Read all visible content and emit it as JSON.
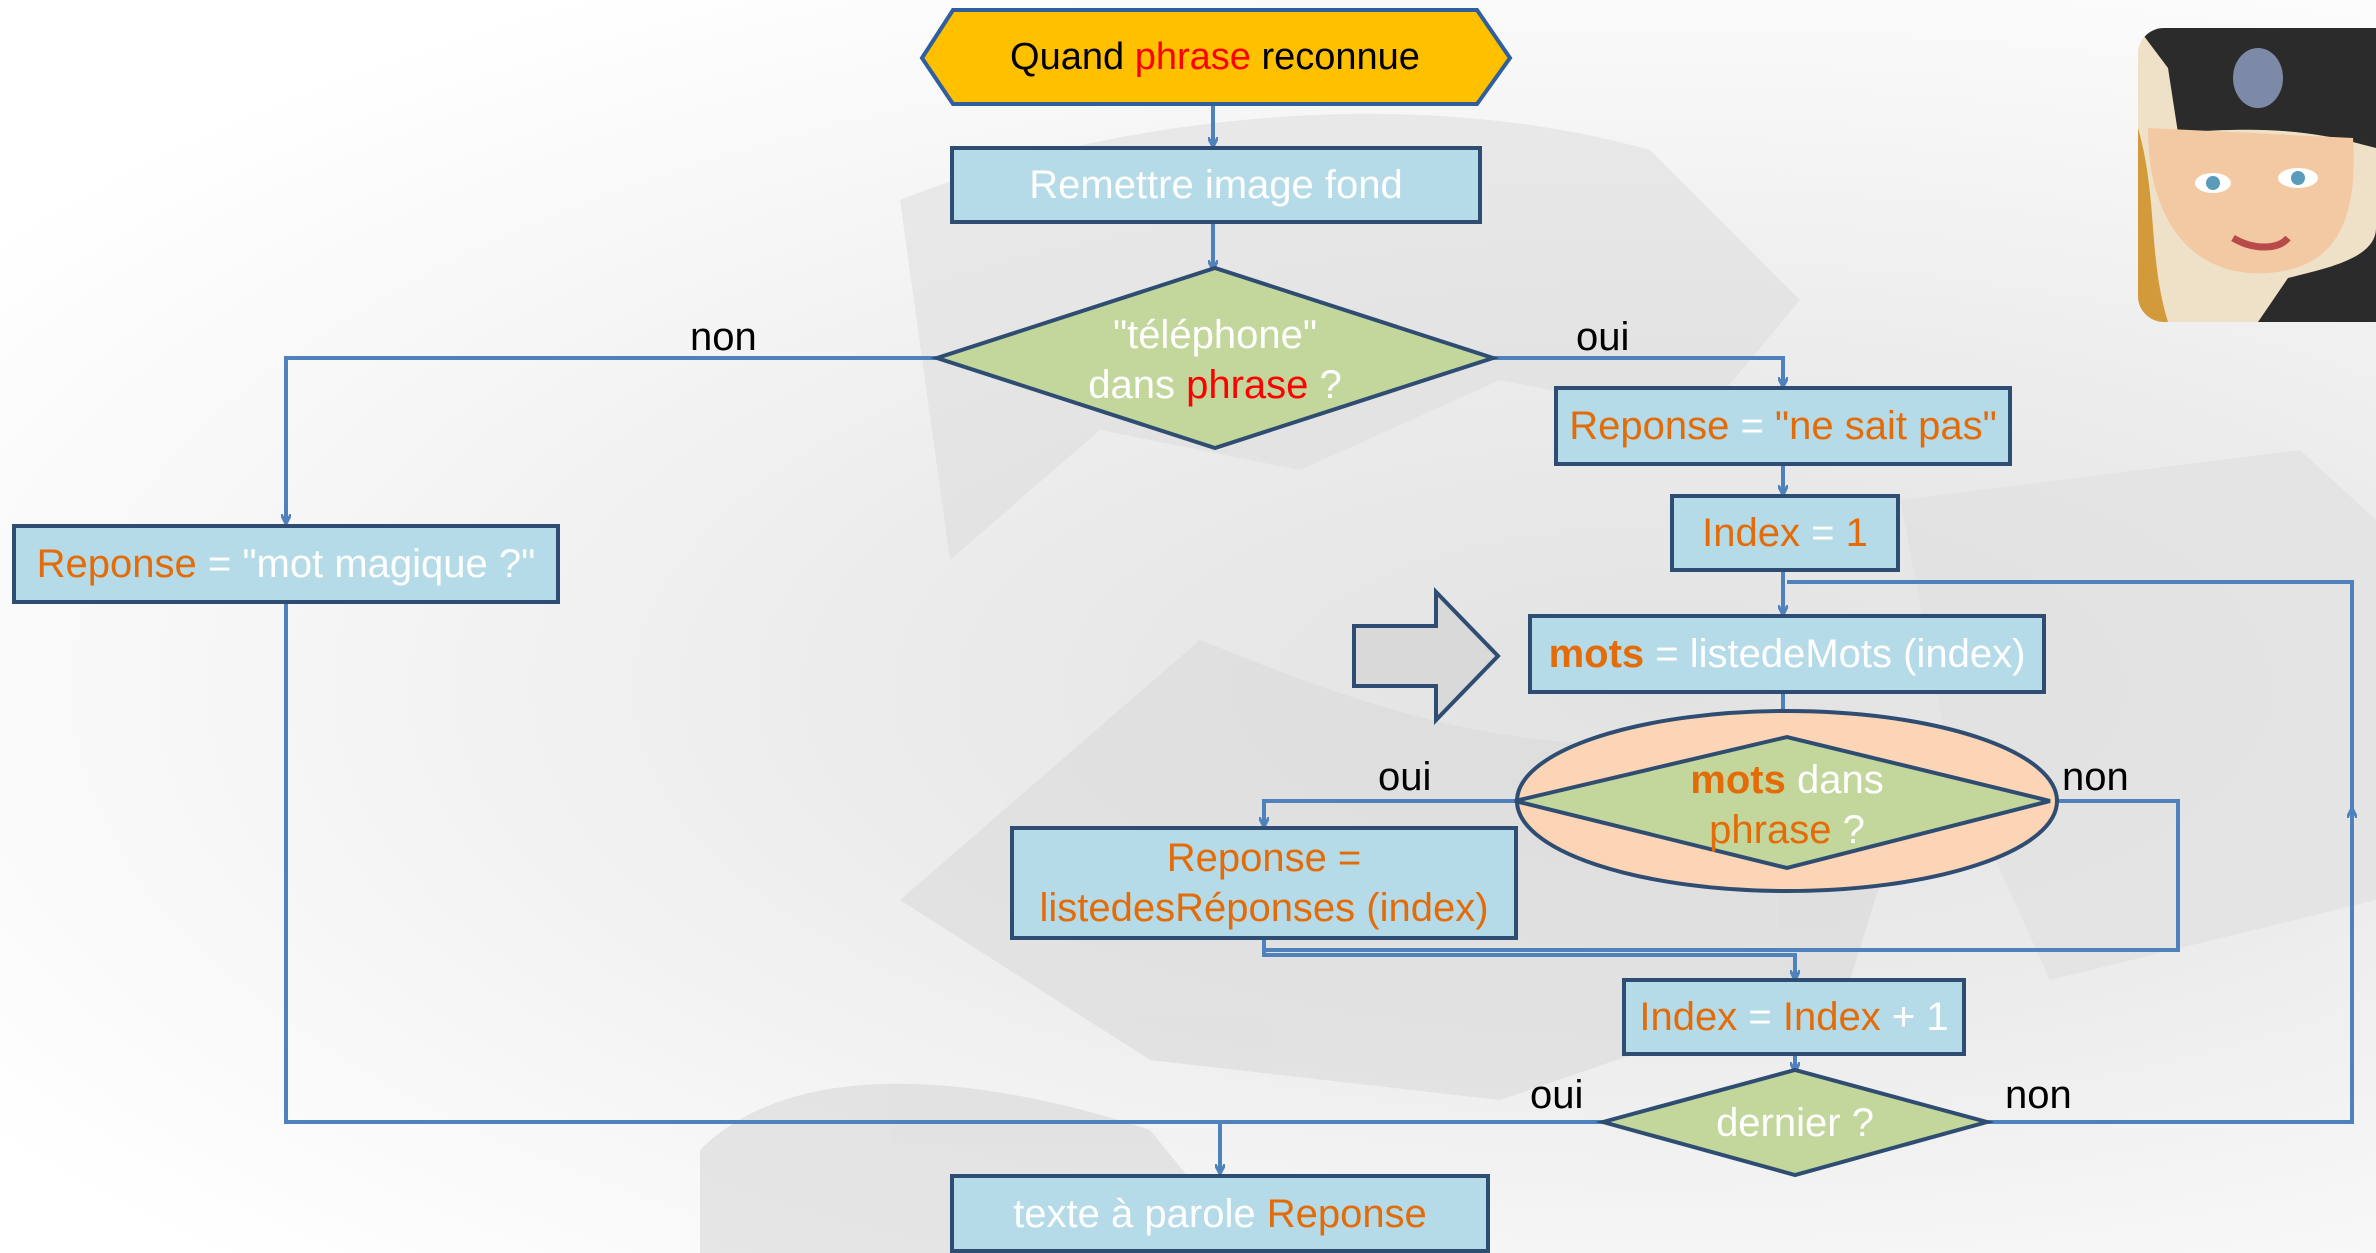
{
  "start": {
    "pre": "Quand ",
    "var": "phrase",
    "post": " reconnue"
  },
  "reset_box": "Remettre image fond",
  "decision_telephone": {
    "line1": "\"téléphone\"",
    "line2_pre": "dans ",
    "line2_var": "phrase",
    "line2_post": " ?"
  },
  "edge_non_1": "non",
  "edge_oui_1": "oui",
  "reponse_magique": {
    "var": "Reponse",
    "op": " = ",
    "value": "\"mot magique ?\""
  },
  "reponse_ne_sait_pas": {
    "var": "Reponse",
    "op": " = ",
    "value": "\"ne sait pas\""
  },
  "index_init": {
    "var": "Index",
    "op": " = ",
    "value": "1"
  },
  "mots_assign": {
    "var": "mots",
    "op": " = ",
    "value": "listedeMots (index)"
  },
  "decision_mots": {
    "var": "mots",
    "word": " dans",
    "var2": "phrase",
    "post": " ?"
  },
  "edge_oui_2": "oui",
  "edge_non_2": "non",
  "reponse_liste": {
    "line1": "Reponse =",
    "line2": "listedesRéponses (index)"
  },
  "index_incr": {
    "var": "Index",
    "op": " = ",
    "var2": "Index",
    "post": " + 1"
  },
  "decision_dernier": "dernier ?",
  "edge_oui_3": "oui",
  "edge_non_3": "non",
  "output_box": {
    "pre": "texte à parole ",
    "var": "Reponse"
  },
  "colors": {
    "box_fill": "#b4dbe7",
    "box_border": "#2f4d72",
    "diamond_fill": "#c3d69b",
    "start_fill": "#ffc000",
    "connector": "#4f81bd",
    "variable_orange": "#e36c09",
    "variable_red": "#ff0000",
    "ellipse_fill": "#fbd5b5"
  },
  "icons": {
    "portrait": "portrait-image",
    "pointer": "right-arrow-icon"
  }
}
